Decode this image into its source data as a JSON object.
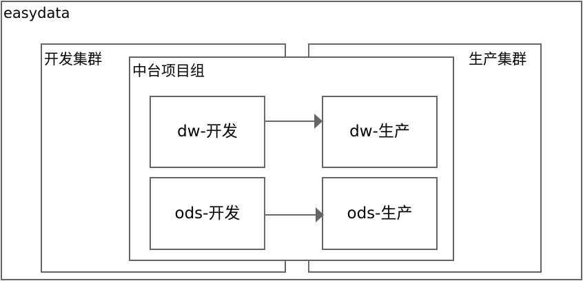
{
  "outer": {
    "title": "easydata"
  },
  "dev_cluster": {
    "title": "开发集群"
  },
  "prod_cluster": {
    "title": "生产集群"
  },
  "project_group": {
    "title": "中台项目组"
  },
  "nodes": {
    "dw_dev": "dw-开发",
    "dw_prod": "dw-生产",
    "ods_dev": "ods-开发",
    "ods_prod": "ods-生产"
  },
  "edges": [
    {
      "from": "dw-开发",
      "to": "dw-生产"
    },
    {
      "from": "ods-开发",
      "to": "ods-生产"
    }
  ],
  "colors": {
    "border": "#666666",
    "arrow": "#666666",
    "text": "#000000"
  }
}
